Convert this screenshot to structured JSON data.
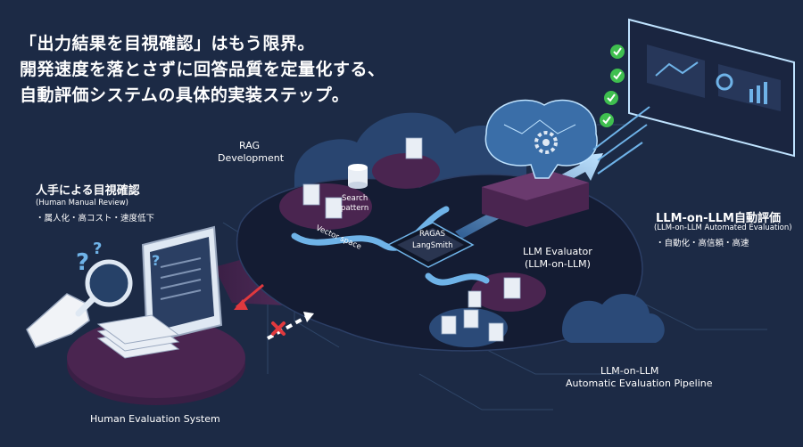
{
  "headline": {
    "line1": "「出力結果を目視確認」はもう限界。",
    "line2": "開発速度を落とさずに回答品質を定量化する、",
    "line3": "自動評価システムの具体的実装ステップ。"
  },
  "human_review": {
    "title": "人手による目視確認",
    "subtitle": "(Human Manual Review)",
    "drawbacks": "・属人化・高コスト・速度低下"
  },
  "human_system_label": "Human Evaluation System",
  "rag": {
    "line1": "RAG",
    "line2": "Development"
  },
  "search_pattern": {
    "line1": "Search",
    "line2": "pattern"
  },
  "vector_space": "Vector space",
  "chip": {
    "line1": "RAGAS",
    "line2": "LangSmith"
  },
  "llm_evaluator": {
    "line1": "LLM Evaluator",
    "line2": "(LLM-on-LLM)"
  },
  "llm_on_llm": {
    "title": "LLM-on-LLM自動評価",
    "subtitle": "(LLM-on-LLM Automated Evaluation)",
    "benefits": "・自動化・高信頼・高速"
  },
  "pipeline": {
    "line1": "LLM-on-LLM",
    "line2": "Automatic Evaluation Pipeline"
  },
  "icons": {
    "magnifier": "magnifying-glass-icon",
    "question": "question-mark-icon",
    "brain": "brain-icon",
    "gear": "gear-icon",
    "check": "check-icon",
    "cross": "cross-icon",
    "document": "document-icon",
    "database": "database-icon",
    "cloud": "cloud-icon",
    "chip": "chip-icon",
    "monitor": "monitor-icon",
    "hand": "hand-icon"
  },
  "colors": {
    "background": "#1c2a45",
    "platform": "#141c33",
    "purple": "#4a2550",
    "accent_blue": "#6fb3e8",
    "cloud_blue": "#3a6ea8",
    "check_green": "#3fbf4f",
    "cross_red": "#e0393e"
  }
}
